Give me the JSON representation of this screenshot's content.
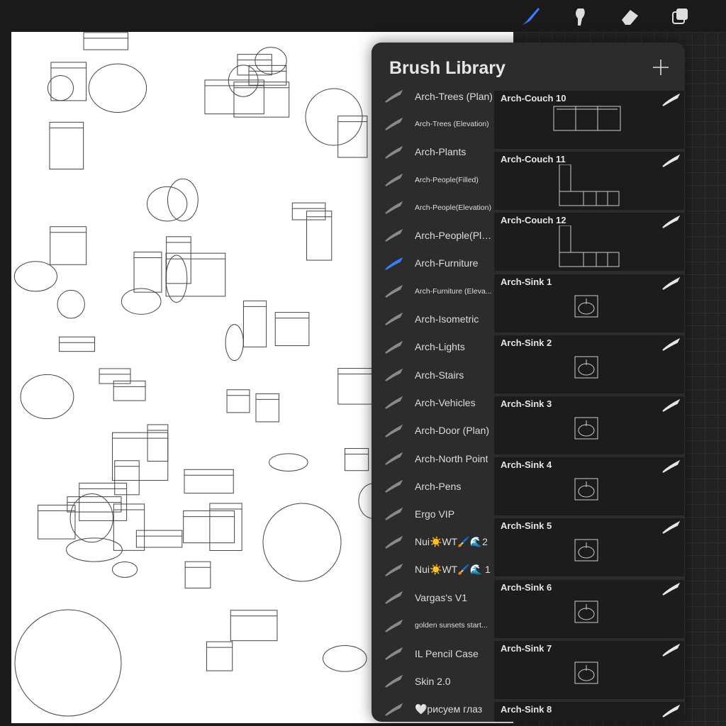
{
  "toolbar": {
    "tools": [
      {
        "name": "brush-icon",
        "active": true
      },
      {
        "name": "smudge-icon"
      },
      {
        "name": "eraser-icon"
      },
      {
        "name": "layers-icon"
      }
    ],
    "accent": "#3a7bff"
  },
  "panel": {
    "title": "Brush Library",
    "add_icon": "plus-icon"
  },
  "categories": [
    {
      "label": "Arch-Trees (Plan)"
    },
    {
      "label": "Arch-Trees (Elevation)",
      "small": true
    },
    {
      "label": "Arch-Plants"
    },
    {
      "label": "Arch-People(Filled)",
      "small": true
    },
    {
      "label": "Arch-People(Elevation)",
      "small": true
    },
    {
      "label": "Arch-People(Plan)"
    },
    {
      "label": "Arch-Furniture",
      "selected": true
    },
    {
      "label": "Arch-Furniture (Eleva...",
      "small": true
    },
    {
      "label": "Arch-Isometric"
    },
    {
      "label": "Arch-Lights"
    },
    {
      "label": "Arch-Stairs"
    },
    {
      "label": "Arch-Vehicles"
    },
    {
      "label": "Arch-Door (Plan)"
    },
    {
      "label": "Arch-North Point"
    },
    {
      "label": "Arch-Pens"
    },
    {
      "label": "Ergo VIP"
    },
    {
      "label": "Nui☀️WT🖌️🌊2"
    },
    {
      "label": "Nui☀️WT🖌️🌊 1"
    },
    {
      "label": "Vargas's V1"
    },
    {
      "label": "golden sunsets start...",
      "small": true
    },
    {
      "label": "IL Pencil Case"
    },
    {
      "label": "Skin 2.0"
    },
    {
      "label": "🤍рисуем глаз"
    }
  ],
  "brushes": [
    {
      "name": "Arch-Couch 10",
      "preview": "couch"
    },
    {
      "name": "Arch-Couch 11",
      "preview": "couch-l"
    },
    {
      "name": "Arch-Couch 12",
      "preview": "couch-l"
    },
    {
      "name": "Arch-Sink 1",
      "preview": "sink"
    },
    {
      "name": "Arch-Sink 2",
      "preview": "sink"
    },
    {
      "name": "Arch-Sink 3",
      "preview": "sink"
    },
    {
      "name": "Arch-Sink 4",
      "preview": "sink"
    },
    {
      "name": "Arch-Sink 5",
      "preview": "sink"
    },
    {
      "name": "Arch-Sink 6",
      "preview": "sink"
    },
    {
      "name": "Arch-Sink 7",
      "preview": "sink"
    },
    {
      "name": "Arch-Sink 8",
      "preview": "sink"
    }
  ]
}
